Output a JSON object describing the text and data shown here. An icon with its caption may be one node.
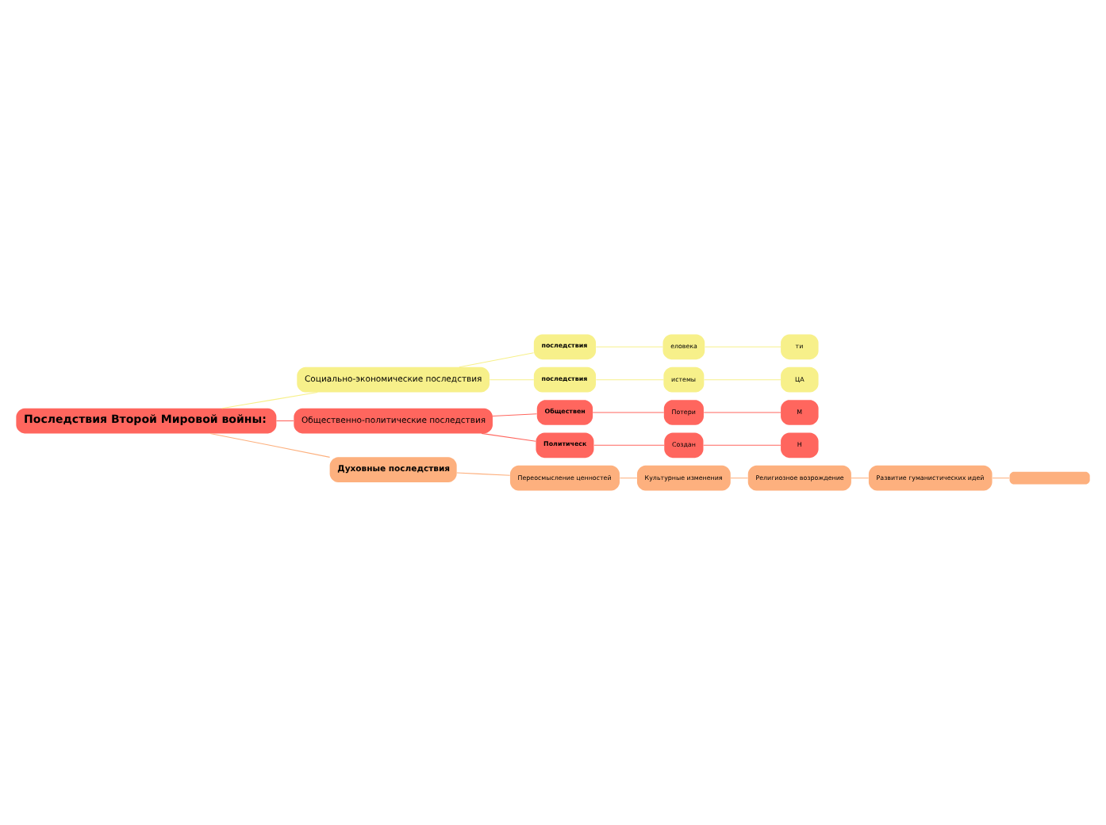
{
  "diagram": {
    "nodes": [
      {
        "text": [
          "Последствия Второй Мировой войны:"
        ]
      },
      {
        "text": [
          "Социально-экономические последствия"
        ]
      },
      {
        "text": [
          "последствия"
        ]
      },
      {
        "text": [
          "еловека"
        ]
      },
      {
        "text": [
          "ти"
        ]
      },
      {
        "text": [
          "последствия"
        ]
      },
      {
        "text": [
          "истемы"
        ]
      },
      {
        "text": [
          "ЦА"
        ]
      },
      {
        "text": [
          "Общественно-политические последствия"
        ]
      },
      {
        "text": [
          "Обществен"
        ]
      },
      {
        "text": [
          "Потери"
        ]
      },
      {
        "text": [
          "М"
        ]
      },
      {
        "text": [
          "Политическ"
        ]
      },
      {
        "text": [
          "Создан"
        ]
      },
      {
        "text": [
          "Н"
        ]
      },
      {
        "text": [
          "Духовные последствия"
        ]
      },
      {
        "text": [
          "Переосмысление ценностей"
        ]
      },
      {
        "text": [
          "Культурные изменения"
        ]
      },
      {
        "text": [
          "Религиозное возрождение"
        ]
      },
      {
        "text": [
          "Развитие гуманистических идей"
        ]
      },
      {
        "text": [],
        "shape": "box"
      }
    ],
    "edges": [
      {
        "from": 0,
        "to": 1,
        "arrow": "none",
        "color": "#f7f08a"
      },
      {
        "from": 1,
        "to": 2,
        "arrow": "none",
        "color": "#f7f08a"
      },
      {
        "from": 2,
        "to": 3,
        "arrow": "none",
        "color": "#f7f08a"
      },
      {
        "from": 3,
        "to": 4,
        "arrow": "none",
        "color": "#f7f08a"
      },
      {
        "from": 1,
        "to": 5,
        "arrow": "none",
        "color": "#f7f08a"
      },
      {
        "from": 5,
        "to": 6,
        "arrow": "none",
        "color": "#f7f08a"
      },
      {
        "from": 6,
        "to": 7,
        "arrow": "none",
        "color": "#f7f08a"
      },
      {
        "from": 0,
        "to": 8,
        "arrow": "none",
        "color": "#ff665e"
      },
      {
        "from": 8,
        "to": 9,
        "arrow": "none",
        "color": "#ff665e"
      },
      {
        "from": 9,
        "to": 10,
        "arrow": "none",
        "color": "#ff665e"
      },
      {
        "from": 10,
        "to": 11,
        "arrow": "none",
        "color": "#ff665e"
      },
      {
        "from": 8,
        "to": 12,
        "arrow": "none",
        "color": "#ff665e"
      },
      {
        "from": 12,
        "to": 13,
        "arrow": "none",
        "color": "#ff665e"
      },
      {
        "from": 13,
        "to": 14,
        "arrow": "none",
        "color": "#ff665e"
      },
      {
        "from": 0,
        "to": 15,
        "arrow": "none",
        "color": "#fdb07e"
      },
      {
        "from": 15,
        "to": 16,
        "arrow": "none",
        "color": "#fdb07e"
      },
      {
        "from": 16,
        "to": 17,
        "arrow": "none",
        "color": "#fdb07e"
      },
      {
        "from": 17,
        "to": 18,
        "arrow": "none",
        "color": "#fdb07e"
      },
      {
        "from": 18,
        "to": 19,
        "arrow": "none",
        "color": "#fdb07e"
      },
      {
        "from": 19,
        "to": 20,
        "arrow": "none",
        "color": "#fdb07e"
      }
    ]
  }
}
